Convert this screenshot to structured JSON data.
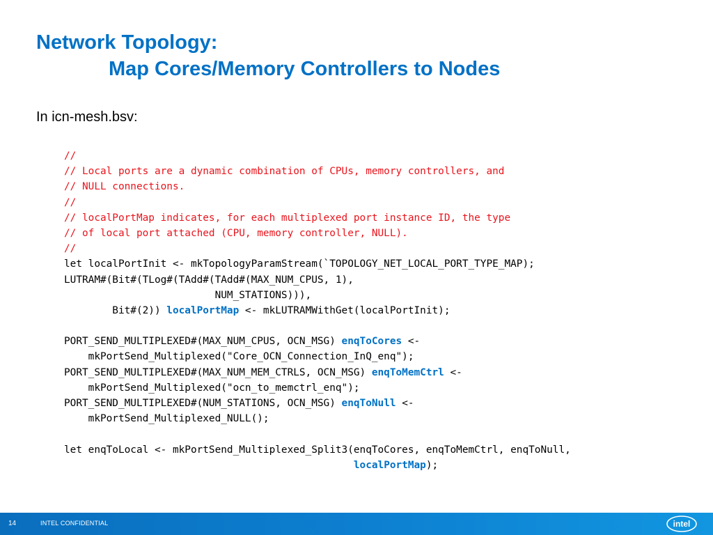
{
  "slide": {
    "title_line1": "Network Topology:",
    "title_line2": "Map Cores/Memory Controllers to Nodes",
    "intro": "In icn-mesh.bsv:",
    "page_number": "14",
    "confidential": "INTEL CONFIDENTIAL",
    "logo_text": "intel",
    "title_color": "#0071c5",
    "comment_color": "#e8141c",
    "highlight_color": "#0071c5",
    "footer_color": "#0d7fd0"
  },
  "code": {
    "lines": [
      [
        {
          "t": "//",
          "k": "comment"
        }
      ],
      [
        {
          "t": "// Local ports are a dynamic combination of CPUs, memory controllers, and",
          "k": "comment"
        }
      ],
      [
        {
          "t": "// NULL connections.",
          "k": "comment"
        }
      ],
      [
        {
          "t": "//",
          "k": "comment"
        }
      ],
      [
        {
          "t": "// localPortMap indicates, for each multiplexed port instance ID, the type",
          "k": "comment"
        }
      ],
      [
        {
          "t": "// of local port attached (CPU, memory controller, NULL).",
          "k": "comment"
        }
      ],
      [
        {
          "t": "//",
          "k": "comment"
        }
      ],
      [
        {
          "t": "let localPortInit <- mkTopologyParamStream(`TOPOLOGY_NET_LOCAL_PORT_TYPE_MAP);",
          "k": "plain"
        }
      ],
      [
        {
          "t": "LUTRAM#(Bit#(TLog#(TAdd#(TAdd#(MAX_NUM_CPUS, 1),",
          "k": "plain"
        }
      ],
      [
        {
          "t": "                         NUM_STATIONS))),",
          "k": "plain"
        }
      ],
      [
        {
          "t": "        Bit#(2)) ",
          "k": "plain"
        },
        {
          "t": "localPortMap",
          "k": "hl"
        },
        {
          "t": " <- mkLUTRAMWithGet(localPortInit);",
          "k": "plain"
        }
      ],
      [
        {
          "t": "",
          "k": "plain"
        }
      ],
      [
        {
          "t": "PORT_SEND_MULTIPLEXED#(MAX_NUM_CPUS, OCN_MSG) ",
          "k": "plain"
        },
        {
          "t": "enqToCores",
          "k": "hl"
        },
        {
          "t": " <-",
          "k": "plain"
        }
      ],
      [
        {
          "t": "    mkPortSend_Multiplexed(\"Core_OCN_Connection_InQ_enq\");",
          "k": "plain"
        }
      ],
      [
        {
          "t": "PORT_SEND_MULTIPLEXED#(MAX_NUM_MEM_CTRLS, OCN_MSG) ",
          "k": "plain"
        },
        {
          "t": "enqToMemCtrl",
          "k": "hl"
        },
        {
          "t": " <-",
          "k": "plain"
        }
      ],
      [
        {
          "t": "    mkPortSend_Multiplexed(\"ocn_to_memctrl_enq\");",
          "k": "plain"
        }
      ],
      [
        {
          "t": "PORT_SEND_MULTIPLEXED#(NUM_STATIONS, OCN_MSG) ",
          "k": "plain"
        },
        {
          "t": "enqToNull",
          "k": "hl"
        },
        {
          "t": " <-",
          "k": "plain"
        }
      ],
      [
        {
          "t": "    mkPortSend_Multiplexed_NULL();",
          "k": "plain"
        }
      ],
      [
        {
          "t": "",
          "k": "plain"
        }
      ],
      [
        {
          "t": "let enqToLocal <- mkPortSend_Multiplexed_Split3(enqToCores, enqToMemCtrl, enqToNull,",
          "k": "plain"
        }
      ],
      [
        {
          "t": "                                                ",
          "k": "plain"
        },
        {
          "t": "localPortMap",
          "k": "hl"
        },
        {
          "t": ");",
          "k": "plain"
        }
      ]
    ]
  }
}
